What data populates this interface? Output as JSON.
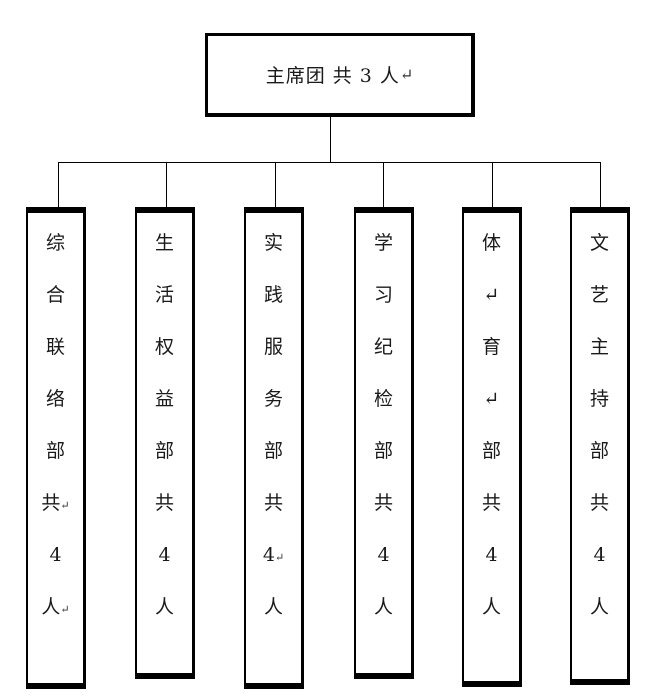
{
  "top": {
    "title": "主席团 共 3 人",
    "return_mark": "↵"
  },
  "departments": [
    {
      "chars": [
        "综",
        "合",
        "联",
        "络",
        "部",
        "共",
        "4",
        "人"
      ],
      "marks": [
        false,
        false,
        false,
        false,
        false,
        true,
        false,
        true
      ]
    },
    {
      "chars": [
        "生",
        "活",
        "权",
        "益",
        "部",
        "共",
        "4",
        "人"
      ],
      "marks": [
        false,
        false,
        false,
        false,
        false,
        false,
        false,
        false
      ]
    },
    {
      "chars": [
        "实",
        "践",
        "服",
        "务",
        "部",
        "共",
        "4",
        "人"
      ],
      "marks": [
        false,
        false,
        false,
        false,
        false,
        false,
        true,
        false
      ]
    },
    {
      "chars": [
        "学",
        "习",
        "纪",
        "检",
        "部",
        "共",
        "4",
        "人"
      ],
      "marks": [
        false,
        false,
        false,
        false,
        false,
        false,
        false,
        false
      ]
    },
    {
      "chars": [
        "体",
        "↵",
        "育",
        "↵",
        "部",
        "共",
        "4",
        "人"
      ],
      "marks": [
        false,
        false,
        false,
        false,
        false,
        false,
        false,
        false
      ]
    },
    {
      "chars": [
        "文",
        "艺",
        "主",
        "持",
        "部",
        "共",
        "4",
        "人"
      ],
      "marks": [
        false,
        false,
        false,
        false,
        false,
        false,
        false,
        false
      ]
    }
  ]
}
